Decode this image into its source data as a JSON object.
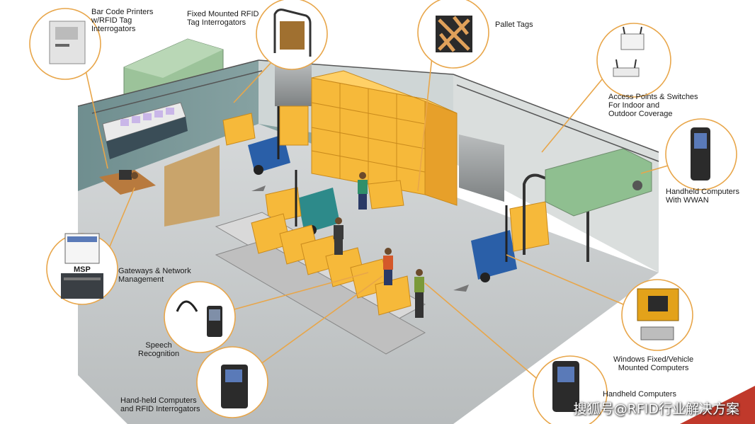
{
  "diagram": {
    "labels": {
      "barcode_printers": "Bar Code Printers\nw/RFID Tag\nInterrogators",
      "fixed_rfid": "Fixed Mounted RFID\nTag Interrogators",
      "pallet_tags": "Pallet Tags",
      "access_points": "Access Points & Switches\nFor Indoor and\nOutdoor Coverage",
      "handheld_wwan": "Handheld Computers\nWith WWAN",
      "gateways": "Gateways & Network\nManagement",
      "msp": "MSP",
      "windows_vehicle": "Windows Fixed/Vehicle\nMounted Computers",
      "speech": "Speech\nRecognition",
      "handheld_rfid": "Hand-held Computers\nand RFID Interrogators",
      "handheld_bottom": "Handheld Computers"
    },
    "watermark": "搜狐号@RFID行业解决方案"
  },
  "colors": {
    "callout_line": "#e8a64a",
    "box_orange": "#f6b93a",
    "floor": "#c8cbcc",
    "wall": "#7f9c9c",
    "forklift_blue": "#2a5fa8",
    "forklift_teal": "#2d8a8a",
    "truck_green": "#8fbf90",
    "corner_accent": "#c0392b"
  },
  "icons": [
    "barcode-printer-icon",
    "rfid-portal-icon",
    "pallet-tag-icon",
    "access-point-icon",
    "handheld-computer-icon",
    "server-icon",
    "headset-icon",
    "vehicle-computer-icon",
    "rfid-scanner-icon"
  ]
}
